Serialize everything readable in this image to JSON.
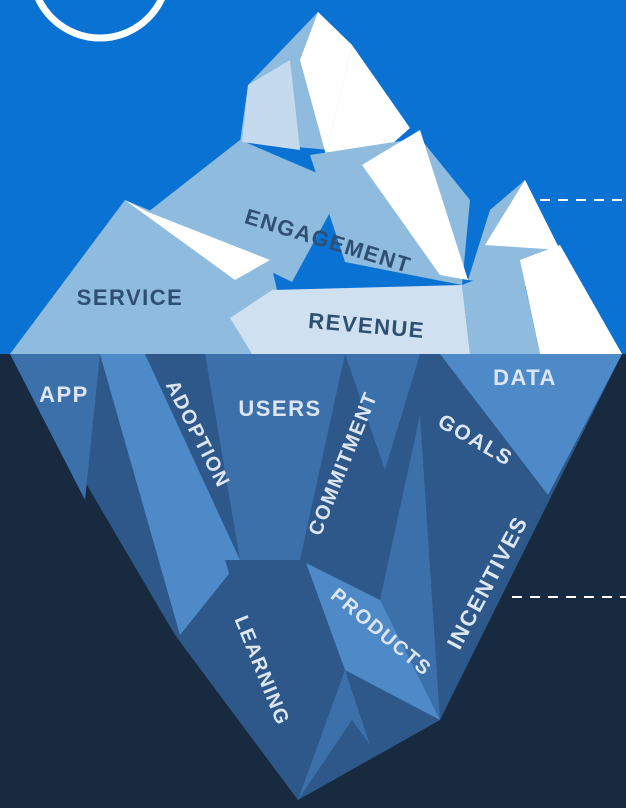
{
  "colors": {
    "sky": "#0a72d2",
    "deep_water": "#172a40",
    "snow": "#ffffff",
    "ice_light": "#cfe0f0",
    "ice_mid": "#8fbbdf",
    "ice_text": "#2e4f70",
    "under_light": "#4f8ac8",
    "under_mid": "#3b70aa",
    "under_dark": "#2d5889",
    "under_text": "#dde6f0",
    "dash": "#ffffff"
  },
  "above_water": {
    "labels": [
      "ENGAGEMENT",
      "SERVICE",
      "REVENUE"
    ]
  },
  "below_water": {
    "labels": [
      "APP",
      "ADOPTION",
      "USERS",
      "COMMITMENT",
      "DATA",
      "GOALS",
      "INCENTIVES",
      "PRODUCTS",
      "LEARNING"
    ]
  }
}
